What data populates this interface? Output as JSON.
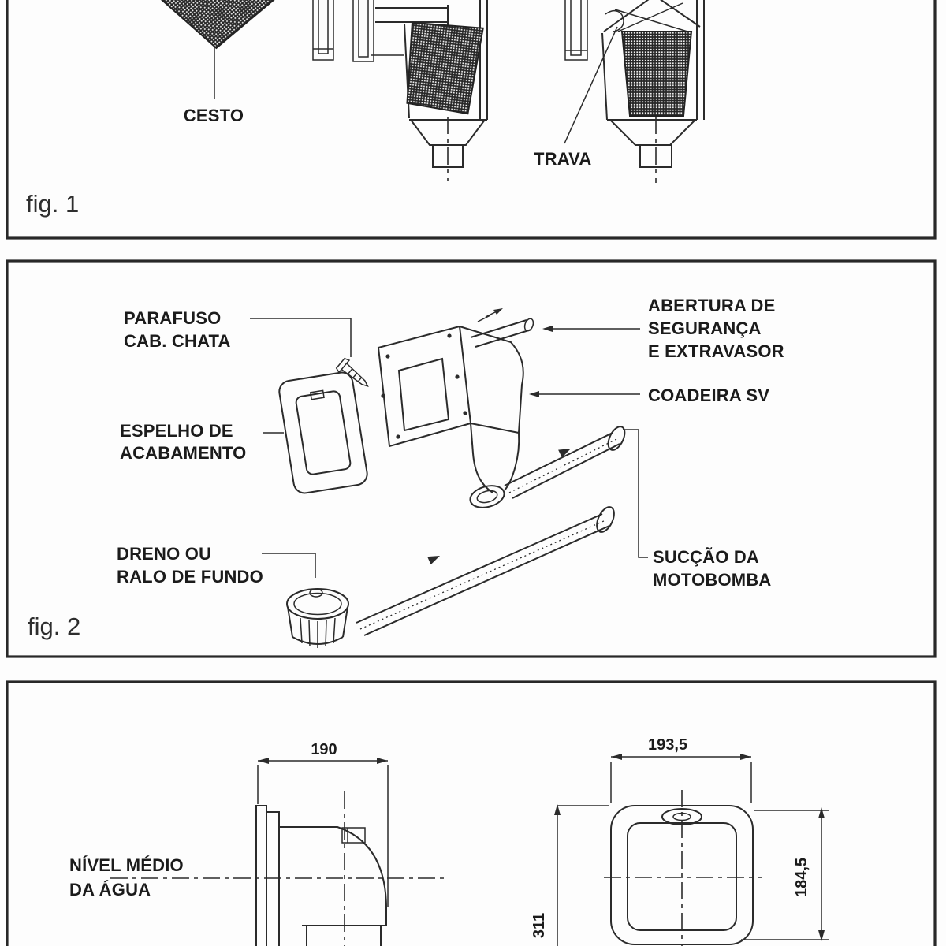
{
  "page": {
    "background_color": "#fdfdfd",
    "line_color": "#2b2b2b"
  },
  "fig1": {
    "caption": "fig. 1",
    "labels": {
      "cesto": "CESTO",
      "trava": "TRAVA"
    }
  },
  "fig2": {
    "caption": "fig. 2",
    "labels": {
      "parafuso_l1": "PARAFUSO",
      "parafuso_l2": "CAB. CHATA",
      "espelho_l1": "ESPELHO DE",
      "espelho_l2": "ACABAMENTO",
      "dreno_l1": "DRENO OU",
      "dreno_l2": "RALO DE FUNDO",
      "abertura_l1": "ABERTURA DE",
      "abertura_l2": "SEGURANÇA",
      "abertura_l3": "E EXTRAVASOR",
      "coadeira": "COADEIRA SV",
      "succao_l1": "SUCÇÃO DA",
      "succao_l2": "MOTOBOMBA"
    }
  },
  "fig3": {
    "water_level_l1": "NÍVEL MÉDIO",
    "water_level_l2": "DA ÁGUA",
    "dims": {
      "side_width": "190",
      "front_width": "193,5",
      "front_height": "184,5",
      "total_height": "311"
    }
  }
}
